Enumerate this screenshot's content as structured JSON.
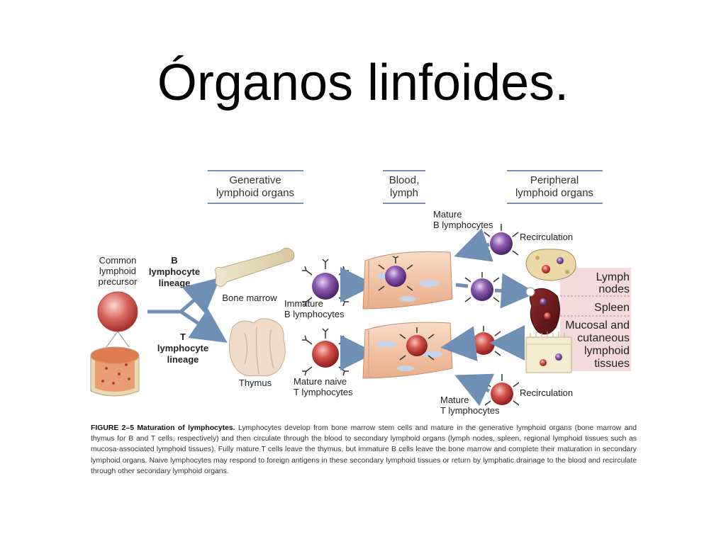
{
  "title": "Órganos linfoides.",
  "headers": {
    "generative": [
      "Generative",
      "lymphoid organs"
    ],
    "blood": [
      "Blood,",
      "lymph"
    ],
    "peripheral": [
      "Peripheral",
      "lymphoid organs"
    ]
  },
  "labels": {
    "common_precursor": [
      "Common",
      "lymphoid",
      "precursor"
    ],
    "b_lineage": [
      "B",
      "lymphocyte",
      "lineage"
    ],
    "t_lineage": [
      "T",
      "lymphocyte",
      "lineage"
    ],
    "bone_marrow": "Bone marrow",
    "thymus": "Thymus",
    "immature_b": [
      "Immature",
      "B lymphocytes"
    ],
    "mature_naive_t": [
      "Mature naive",
      "T lymphocytes"
    ],
    "mature_b": [
      "Mature",
      "B lymphocytes"
    ],
    "mature_t": [
      "Mature",
      "T lymphocytes"
    ],
    "recirculation_top": "Recirculation",
    "recirculation_bottom": "Recirculation",
    "lymph_nodes": [
      "Lymph",
      "nodes"
    ],
    "spleen": "Spleen",
    "mucosal": [
      "Mucosal and",
      "cutaneous",
      "lymphoid",
      "tissues"
    ]
  },
  "caption": {
    "figure_number": "FIGURE 2–5",
    "figure_title": "Maturation of lymphocytes.",
    "text": "Lymphocytes develop from bone marrow stem cells and mature in the generative lymphoid organs (bone marrow and thymus for B and T cells, respectively) and then circulate through the blood to secondary lymphoid organs (lymph nodes, spleen, regional lymphoid tissues such as mucosa-associated lymphoid tissues). Fully mature T cells leave the thymus, but immature B cells leave the bone marrow and complete their maturation in secondary lymphoid organs. Naive lymphocytes may respond to foreign antigens in these secondary lymphoid tissues or return by lymphatic drainage to the blood and recirculate through other secondary lymphoid organs."
  },
  "colors": {
    "b_cell": "#7b4a9c",
    "t_cell": "#b3302a",
    "arrow": "#6f8fb5",
    "vessel": "#f2c9b0",
    "peripheral_band": "#f4d9dd"
  }
}
